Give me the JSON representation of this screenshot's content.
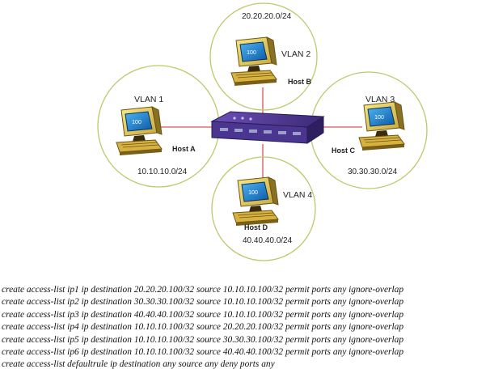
{
  "diagram": {
    "switch_color": "#5a3e9c",
    "link_color": "#e05050",
    "circle_color": "#b6cc6a",
    "vlans": [
      {
        "vlan": "VLAN 1",
        "host": "Host A",
        "subnet": "10.10.10.0/24",
        "screen": "100"
      },
      {
        "vlan": "VLAN 2",
        "host": "Host B",
        "subnet": "20.20.20.0/24",
        "screen": "100"
      },
      {
        "vlan": "VLAN 3",
        "host": "Host C",
        "subnet": "30.30.30.0/24",
        "screen": "100"
      },
      {
        "vlan": "VLAN 4",
        "host": "Host D",
        "subnet": "40.40.40.0/24",
        "screen": "100"
      }
    ]
  },
  "commands": [
    "create access-list ip1 ip destination 20.20.20.100/32 source 10.10.10.100/32 permit ports any ignore-overlap",
    "create access-list ip2 ip destination 30.30.30.100/32 source 10.10.10.100/32 permit ports any ignore-overlap",
    "create access-list ip3 ip destination 40.40.40.100/32 source 10.10.10.100/32 permit ports any ignore-overlap",
    "create access-list ip4 ip destination 10.10.10.100/32 source 20.20.20.100/32 permit ports any ignore-overlap",
    "create access-list ip5 ip destination 10.10.10.100/32 source 30.30.30.100/32 permit ports any ignore-overlap",
    "create access-list ip6 ip destination 10.10.10.100/32 source 40.40.40.100/32 permit ports any ignore-overlap",
    "create access-list defaultrule ip destination any source any deny ports any"
  ]
}
